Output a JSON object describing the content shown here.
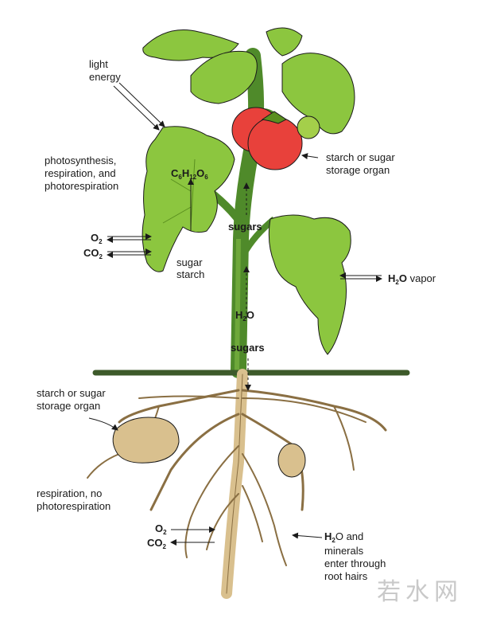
{
  "labels": {
    "light_energy_1": "light",
    "light_energy_2": "energy",
    "photo_1": "photosynthesis,",
    "photo_2": "respiration, and",
    "photo_3": "photorespiration",
    "glucose_C": "C",
    "glucose_C_sub": "6",
    "glucose_H": "H",
    "glucose_H_sub": "12",
    "glucose_O": "O",
    "glucose_O_sub": "6",
    "sugar": "sugar",
    "starch": "starch",
    "o2_O": "O",
    "o2_sub": "2",
    "co2_CO": "CO",
    "co2_sub": "2",
    "fruit_storage_1": "starch or sugar",
    "fruit_storage_2": "storage organ",
    "stem_sugars_top": "sugars",
    "h2o_vapor_H": "H",
    "h2o_vapor_sub": "2",
    "h2o_vapor_O": "O",
    "h2o_vapor_word": "vapor",
    "stem_h2o_H": "H",
    "stem_h2o_sub": "2",
    "stem_h2o_O": "O",
    "stem_sugars_bottom": "sugars",
    "tuber_storage_1": "starch or sugar",
    "tuber_storage_2": "storage organ",
    "resp_1": "respiration, no",
    "resp_2": "photorespiration",
    "root_o2_O": "O",
    "root_o2_sub": "2",
    "root_co2_CO": "CO",
    "root_co2_sub": "2",
    "roothair_H": "H",
    "roothair_sub": "2",
    "roothair_O_and": "O and",
    "roothair_2": "minerals",
    "roothair_3": "enter through",
    "roothair_4": "root hairs"
  },
  "watermark": "若水网",
  "colors": {
    "leaf": "#8cc63f",
    "leaf_dark": "#5a8f1f",
    "stem": "#4f8a2a",
    "tomato": "#e8413b",
    "tomato_shade": "#c32f28",
    "green_fruit": "#a4cf4a",
    "soil": "#3d5a2a",
    "root": "#d9c08e",
    "root_line": "#8a6f43",
    "tuber": "#d9c08e"
  }
}
